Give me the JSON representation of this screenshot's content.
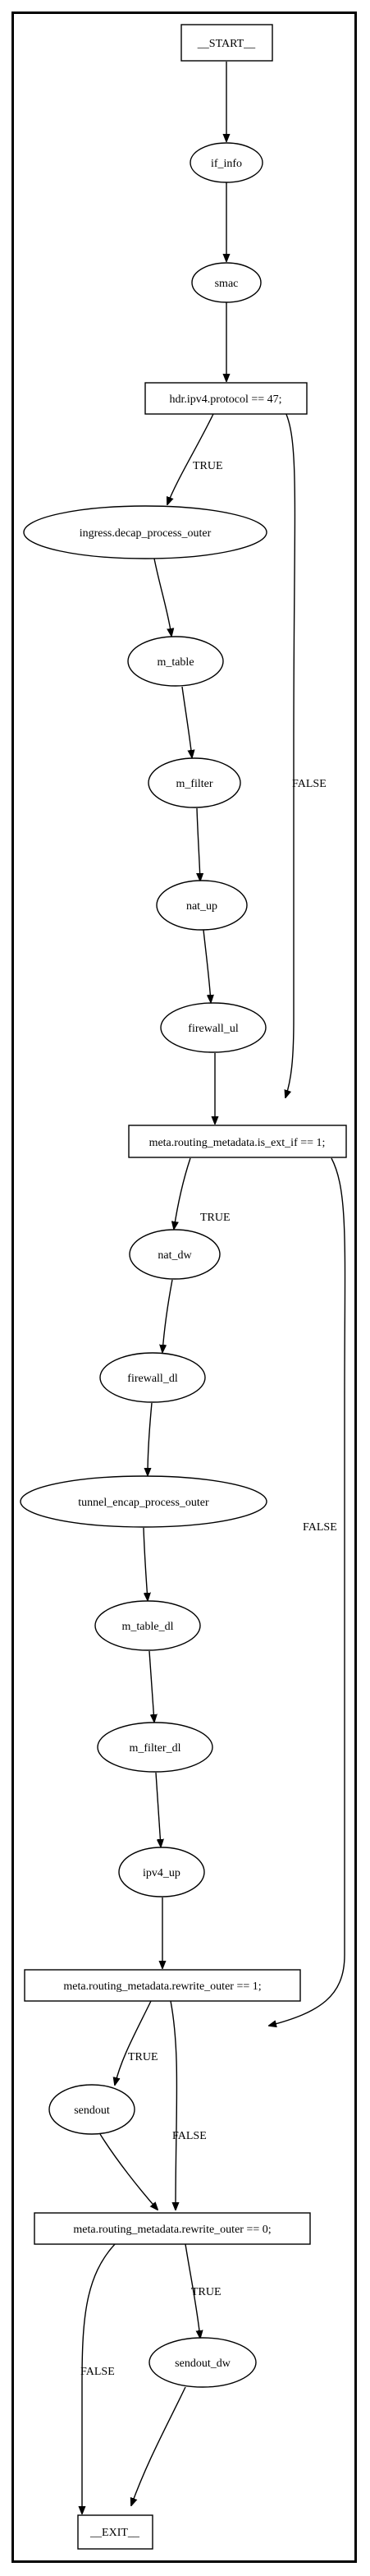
{
  "diagram": {
    "nodes": {
      "start": "__START__",
      "if_info": "if_info",
      "smac": "smac",
      "cond_ipv4": "hdr.ipv4.protocol == 47;",
      "decap": "ingress.decap_process_outer",
      "m_table": "m_table",
      "m_filter": "m_filter",
      "nat_up": "nat_up",
      "firewall_ul": "firewall_ul",
      "cond_ext_if": "meta.routing_metadata.is_ext_if == 1;",
      "nat_dw": "nat_dw",
      "firewall_dl": "firewall_dl",
      "tunnel_encap": "tunnel_encap_process_outer",
      "m_table_dl": "m_table_dl",
      "m_filter_dl": "m_filter_dl",
      "ipv4_up": "ipv4_up",
      "cond_rewrite1": "meta.routing_metadata.rewrite_outer == 1;",
      "sendout": "sendout",
      "cond_rewrite0": "meta.routing_metadata.rewrite_outer == 0;",
      "sendout_dw": "sendout_dw",
      "exit": "__EXIT__"
    },
    "edge_labels": {
      "ipv4_true": "TRUE",
      "ipv4_false": "FALSE",
      "ext_true": "TRUE",
      "ext_false": "FALSE",
      "rw1_true": "TRUE",
      "rw1_false": "FALSE",
      "rw0_true": "TRUE",
      "rw0_false": "FALSE"
    }
  }
}
